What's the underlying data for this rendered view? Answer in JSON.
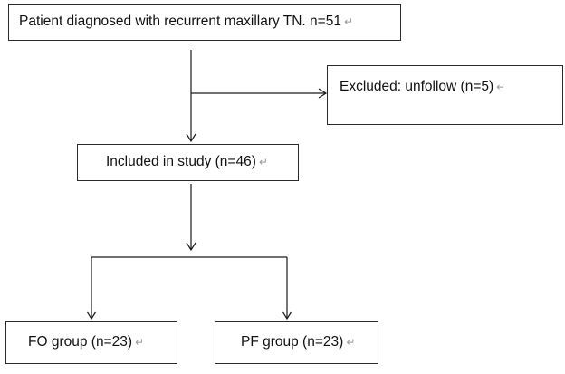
{
  "boxes": {
    "patients": {
      "label": "Patient diagnosed with recurrent maxillary TN. n=51",
      "mark": "↵"
    },
    "excluded": {
      "label": "Excluded: unfollow (n=5)",
      "mark": "↵"
    },
    "included": {
      "label": "Included in study (n=46)",
      "mark": "↵"
    },
    "fo_group": {
      "label": "FO group (n=23)",
      "mark": "↵"
    },
    "pf_group": {
      "label": "PF group (n=23)",
      "mark": "↵"
    }
  }
}
